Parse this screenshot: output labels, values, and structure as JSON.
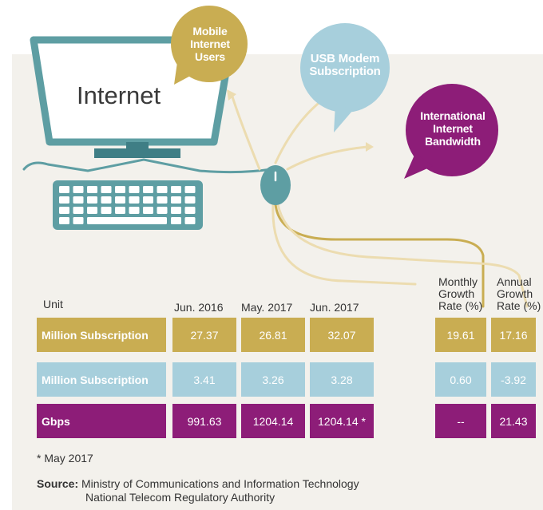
{
  "bubbles": {
    "mobile": "Mobile\nInternet\nUsers",
    "usb": "USB Modem\nSubscription",
    "international": "International\nInternet\nBandwidth"
  },
  "monitor": {
    "label": "Internet"
  },
  "colors": {
    "gold": "#c9ad52",
    "blue": "#a7cfdc",
    "purple": "#8d1d78",
    "teal": "#5e9ea3"
  },
  "table": {
    "unit_header": "Unit",
    "col_headers": [
      "Jun. 2016",
      "May. 2017",
      "Jun. 2017"
    ],
    "monthly_header": "Monthly\nGrowth\nRate (%)",
    "annual_header": "Annual\nGrowth\nRate (%)",
    "rows": [
      {
        "unit": "Million Subscription",
        "values": [
          "27.37",
          "26.81",
          "32.07"
        ],
        "monthly": "19.61",
        "annual": "17.16"
      },
      {
        "unit": "Million Subscription",
        "values": [
          "3.41",
          "3.26",
          "3.28"
        ],
        "monthly": "0.60",
        "annual": "-3.92"
      },
      {
        "unit": "Gbps",
        "values": [
          "991.63",
          "1204.14",
          "1204.14 *"
        ],
        "monthly": "--",
        "annual": "21.43"
      }
    ]
  },
  "footnote": "* May 2017",
  "source": {
    "label": "Source:",
    "line1": "Ministry of Communications and Information Technology",
    "line2": "National Telecom Regulatory Authority"
  }
}
